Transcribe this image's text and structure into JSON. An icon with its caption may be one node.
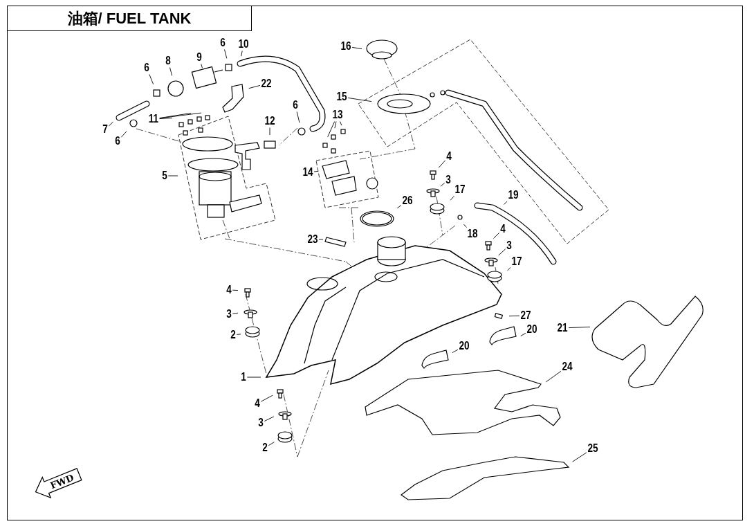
{
  "diagram": {
    "title": "油箱/ FUEL TANK",
    "nodes": [
      {
        "text": [
          "10"
        ]
      },
      {
        "text": [
          "16"
        ]
      },
      {
        "text": [
          "6"
        ]
      },
      {
        "text": [
          "9"
        ]
      },
      {
        "text": [
          "8"
        ]
      },
      {
        "text": [
          "6"
        ]
      },
      {
        "text": [
          "22"
        ]
      },
      {
        "text": [
          "15"
        ]
      },
      {
        "text": [
          "13"
        ]
      },
      {
        "text": [
          "6"
        ]
      },
      {
        "text": [
          "11"
        ]
      },
      {
        "text": [
          "12"
        ]
      },
      {
        "text": [
          "7"
        ]
      },
      {
        "text": [
          "6"
        ]
      },
      {
        "text": [
          "4"
        ]
      },
      {
        "text": [
          "14"
        ]
      },
      {
        "text": [
          "5"
        ]
      },
      {
        "text": [
          "3"
        ]
      },
      {
        "text": [
          "17"
        ]
      },
      {
        "text": [
          "19"
        ]
      },
      {
        "text": [
          "26"
        ]
      },
      {
        "text": [
          "18"
        ]
      },
      {
        "text": [
          "4"
        ]
      },
      {
        "text": [
          "23"
        ]
      },
      {
        "text": [
          "3"
        ]
      },
      {
        "text": [
          "17"
        ]
      },
      {
        "text": [
          "4"
        ]
      },
      {
        "text": [
          "3"
        ]
      },
      {
        "text": [
          "27"
        ]
      },
      {
        "text": [
          "21"
        ]
      },
      {
        "text": [
          "20"
        ]
      },
      {
        "text": [
          "2"
        ]
      },
      {
        "text": [
          "20"
        ]
      },
      {
        "text": [
          "24"
        ]
      },
      {
        "text": [
          "1"
        ]
      },
      {
        "text": [
          "4"
        ]
      },
      {
        "text": [
          "3"
        ]
      },
      {
        "text": [
          "2"
        ]
      },
      {
        "text": [
          "25"
        ]
      },
      {
        "text": [
          "FWD"
        ]
      }
    ],
    "edges": [
      {
        "from": 0,
        "to": null,
        "arrow": "none"
      },
      {
        "from": 1,
        "to": null,
        "arrow": "none"
      },
      {
        "from": 2,
        "to": null,
        "arrow": "none"
      },
      {
        "from": 3,
        "to": null,
        "arrow": "none"
      },
      {
        "from": 4,
        "to": null,
        "arrow": "none"
      },
      {
        "from": 5,
        "to": null,
        "arrow": "none"
      },
      {
        "from": 6,
        "to": null,
        "arrow": "none"
      },
      {
        "from": 7,
        "to": null,
        "arrow": "none"
      },
      {
        "from": 8,
        "to": null,
        "arrow": "none"
      },
      {
        "from": 9,
        "to": null,
        "arrow": "none"
      },
      {
        "from": 10,
        "to": null,
        "arrow": "none"
      },
      {
        "from": 11,
        "to": null,
        "arrow": "none"
      },
      {
        "from": 12,
        "to": null,
        "arrow": "none"
      },
      {
        "from": 13,
        "to": null,
        "arrow": "none"
      },
      {
        "from": 14,
        "to": null,
        "arrow": "none"
      },
      {
        "from": 15,
        "to": null,
        "arrow": "none"
      },
      {
        "from": 16,
        "to": null,
        "arrow": "none"
      },
      {
        "from": 17,
        "to": null,
        "arrow": "none"
      },
      {
        "from": 18,
        "to": null,
        "arrow": "none"
      },
      {
        "from": 19,
        "to": null,
        "arrow": "none"
      },
      {
        "from": 20,
        "to": null,
        "arrow": "none"
      },
      {
        "from": 21,
        "to": null,
        "arrow": "none"
      },
      {
        "from": 22,
        "to": null,
        "arrow": "none"
      },
      {
        "from": 23,
        "to": null,
        "arrow": "none"
      },
      {
        "from": 24,
        "to": null,
        "arrow": "none"
      },
      {
        "from": 25,
        "to": null,
        "arrow": "none"
      },
      {
        "from": 26,
        "to": null,
        "arrow": "none"
      },
      {
        "from": 27,
        "to": null,
        "arrow": "none"
      },
      {
        "from": 28,
        "to": null,
        "arrow": "none"
      },
      {
        "from": 29,
        "to": null,
        "arrow": "none"
      },
      {
        "from": 30,
        "to": null,
        "arrow": "none"
      },
      {
        "from": 31,
        "to": null,
        "arrow": "none"
      },
      {
        "from": 32,
        "to": null,
        "arrow": "none"
      },
      {
        "from": 33,
        "to": null,
        "arrow": "none"
      },
      {
        "from": 34,
        "to": null,
        "arrow": "none"
      },
      {
        "from": 35,
        "to": null,
        "arrow": "none"
      },
      {
        "from": 36,
        "to": null,
        "arrow": "none"
      },
      {
        "from": 37,
        "to": null,
        "arrow": "none"
      },
      {
        "from": 38,
        "to": null,
        "arrow": "none"
      }
    ]
  }
}
